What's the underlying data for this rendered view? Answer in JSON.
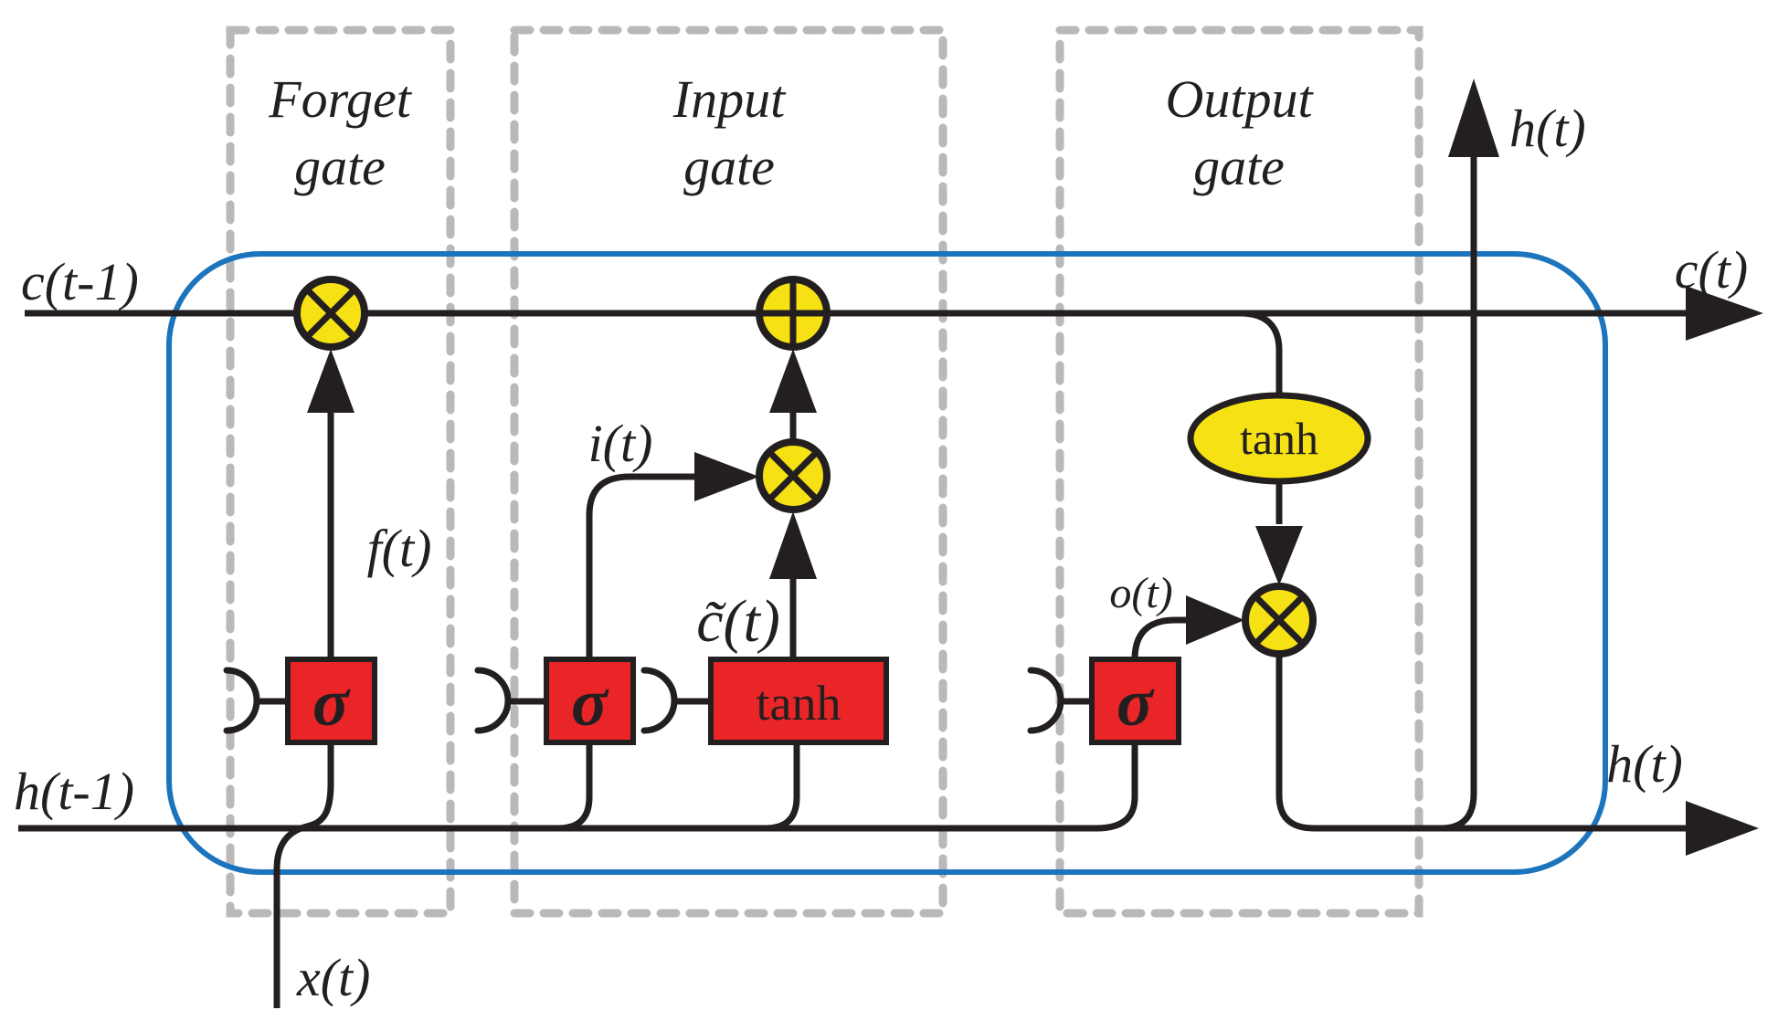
{
  "diagram": {
    "kind": "LSTM cell diagram",
    "gates": [
      {
        "id": "forget",
        "line1": "Forget",
        "line2": "gate"
      },
      {
        "id": "input",
        "line1": "Input",
        "line2": "gate"
      },
      {
        "id": "output",
        "line1": "Output",
        "line2": "gate"
      }
    ],
    "labels": {
      "c_prev": "c(t-1)",
      "c_out": "c(t)",
      "h_prev": "h(t-1)",
      "h_top": "h(t)",
      "h_right": "h(t)",
      "x_in": "x(t)",
      "f": "f(t)",
      "i": "i(t)",
      "c_tilde": "c̃(t)",
      "o": "o(t)"
    },
    "operators": {
      "sigma": "σ",
      "tanh_box": "tanh",
      "tanh_ellipse": "tanh",
      "multiply": "×",
      "add": "+"
    },
    "colors": {
      "ink": "#231f20",
      "gate_fill": "#e92528",
      "op_fill": "#f6e214",
      "cell_border": "#1c75bc",
      "gate_dash": "#b9b9bb"
    }
  }
}
